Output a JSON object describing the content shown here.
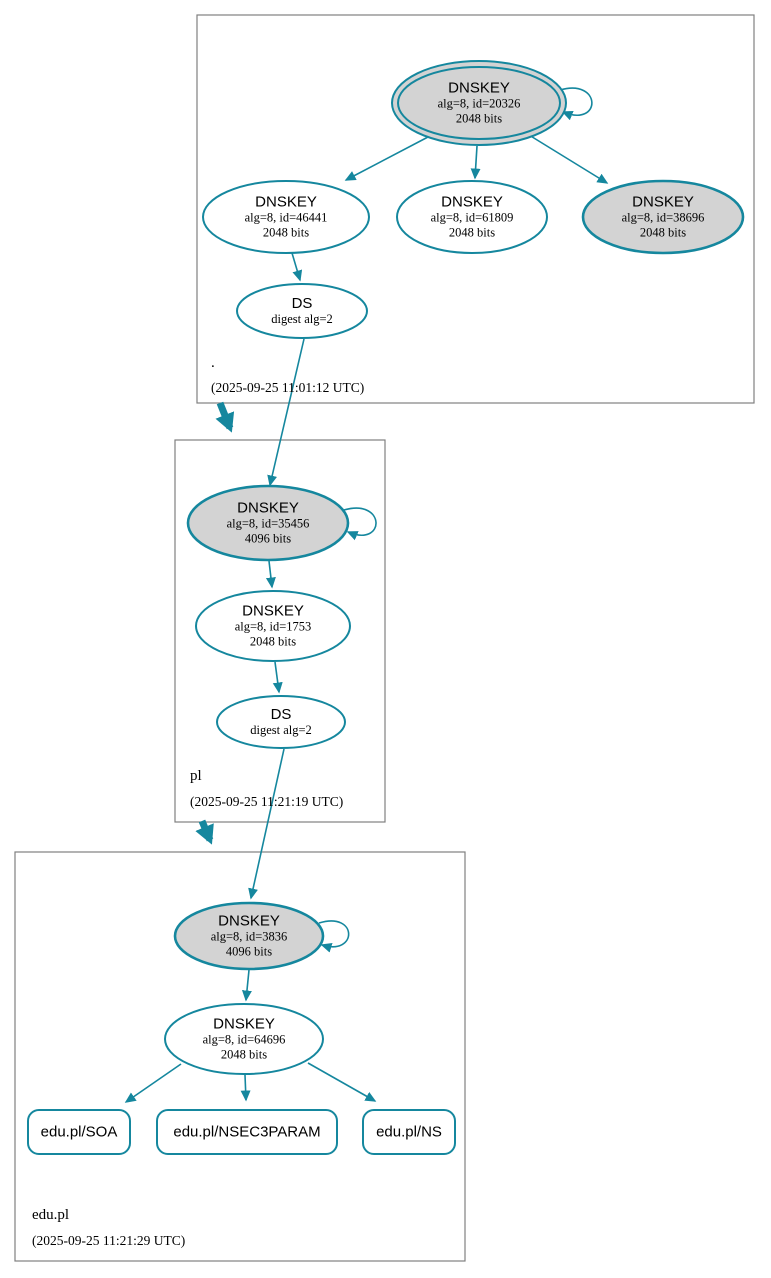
{
  "colors": {
    "edge": "#15879e",
    "ksk_fill": "#d3d3d3",
    "node_fill": "#ffffff",
    "box_border": "#808080",
    "text": "#000000"
  },
  "zones": {
    "root": {
      "label": ".",
      "timestamp": "(2025-09-25 11:01:12 UTC)",
      "ksk": {
        "title": "DNSKEY",
        "algid": "alg=8, id=20326",
        "bits": "2048 bits"
      },
      "zsk_left": {
        "title": "DNSKEY",
        "algid": "alg=8, id=46441",
        "bits": "2048 bits"
      },
      "zsk_mid": {
        "title": "DNSKEY",
        "algid": "alg=8, id=61809",
        "bits": "2048 bits"
      },
      "ksk_right": {
        "title": "DNSKEY",
        "algid": "alg=8, id=38696",
        "bits": "2048 bits"
      },
      "ds": {
        "title": "DS",
        "algid": "digest alg=2"
      }
    },
    "pl": {
      "label": "pl",
      "timestamp": "(2025-09-25 11:21:19 UTC)",
      "ksk": {
        "title": "DNSKEY",
        "algid": "alg=8, id=35456",
        "bits": "4096 bits"
      },
      "zsk": {
        "title": "DNSKEY",
        "algid": "alg=8, id=1753",
        "bits": "2048 bits"
      },
      "ds": {
        "title": "DS",
        "algid": "digest alg=2"
      }
    },
    "edupl": {
      "label": "edu.pl",
      "timestamp": "(2025-09-25 11:21:29 UTC)",
      "ksk": {
        "title": "DNSKEY",
        "algid": "alg=8, id=3836",
        "bits": "4096 bits"
      },
      "zsk": {
        "title": "DNSKEY",
        "algid": "alg=8, id=64696",
        "bits": "2048 bits"
      },
      "rrset_soa": "edu.pl/SOA",
      "rrset_nsec3param": "edu.pl/NSEC3PARAM",
      "rrset_ns": "edu.pl/NS"
    }
  }
}
